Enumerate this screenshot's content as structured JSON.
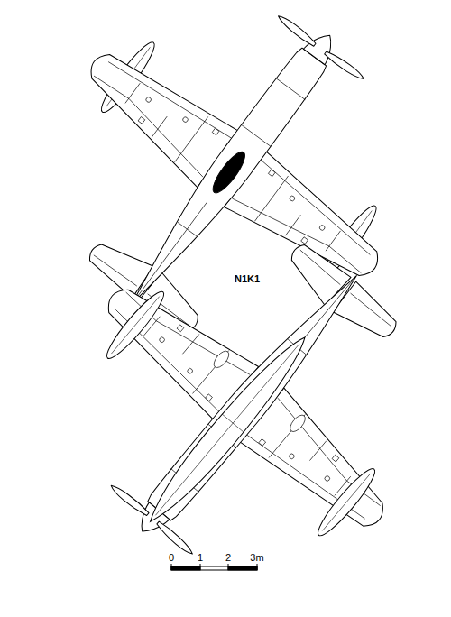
{
  "diagram": {
    "labels": [
      "N1K1",
      "0",
      "1",
      "2",
      "3m"
    ]
  }
}
